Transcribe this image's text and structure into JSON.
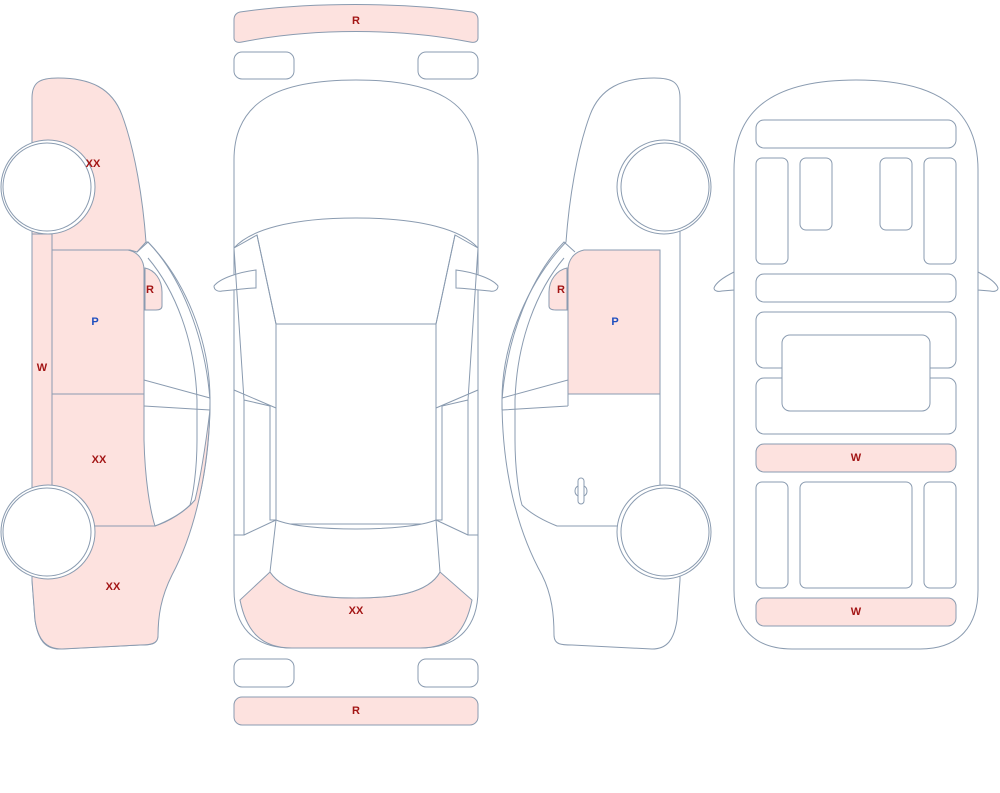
{
  "colors": {
    "outline": "#8a9bb0",
    "damage_fill": "#fde2df",
    "code_red": "#a31515",
    "code_blue": "#1f4fbf"
  },
  "codes": {
    "top_bumper": "R",
    "left_front_fender": "XX",
    "left_mirror": "R",
    "left_front_door": "P",
    "left_rocker": "W",
    "left_rear_door": "XX",
    "left_rear_quarter": "XX",
    "top_trunk": "XX",
    "bottom_bumper": "R",
    "right_mirror": "R",
    "right_front_door": "P",
    "interior_row_a": "W",
    "interior_row_b": "W"
  }
}
